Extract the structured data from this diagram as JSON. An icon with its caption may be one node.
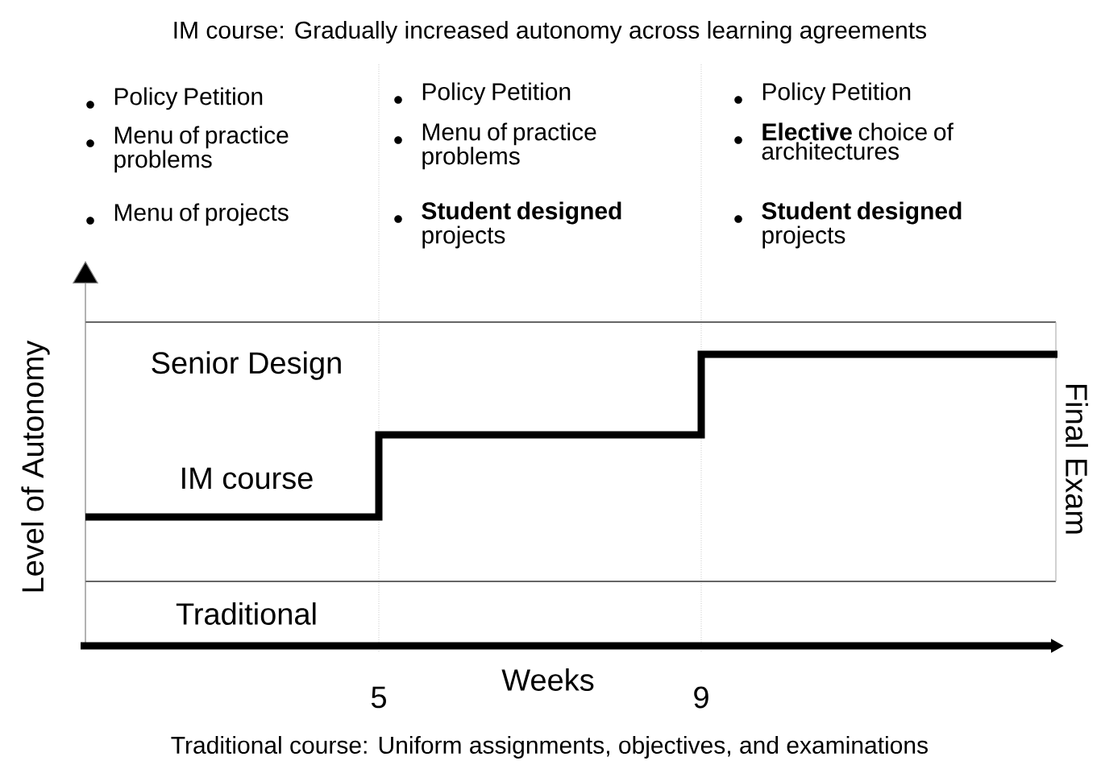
{
  "diagram": {
    "title": "IM course: Gradually increased autonomy across learning agreements",
    "caption": "Traditional course: Uniform assignments, objectives, and examinations",
    "labels": [
      "Policy Petition",
      "Menu of practice problems",
      "Menu of projects",
      "Policy Petition",
      "Menu of practice problems",
      "**Student designed** projects",
      "Policy Petition",
      "**Elective** choice of architectures",
      "**Student designed** projects",
      "Level of Autonomy",
      "Senior Design",
      "Final Exam",
      "IM course",
      "Traditional",
      "5",
      "Weeks",
      "9"
    ]
  }
}
